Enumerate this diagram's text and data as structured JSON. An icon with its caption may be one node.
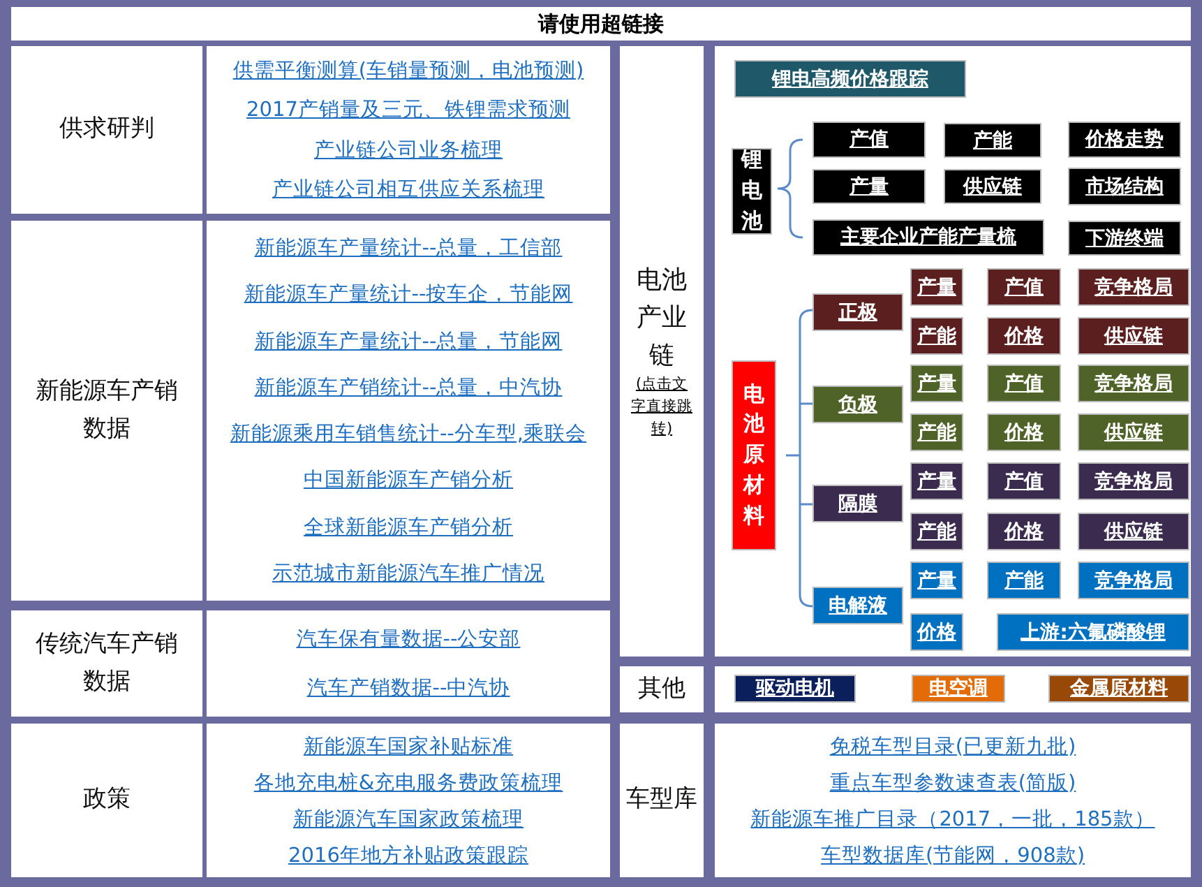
{
  "diagram": {
    "title": "请使用超链接",
    "nodes": [
      {
        "text": [
          "供求研判"
        ]
      },
      {
        "text": [
          "供需平衡测算(车销量预测，电池预测)",
          "2017产销量及三元、铁锂需求预测",
          "产业链公司业务梳理",
          "产业链公司相互供应关系梳理"
        ]
      },
      {
        "text": [
          "新能源车产销数据"
        ]
      },
      {
        "text": [
          "新能源车产量统计--总量，工信部",
          "新能源车产量统计--按车企，节能网",
          "新能源车产量统计--总量，节能网",
          "新能源车产销统计--总量，中汽协",
          "新能源乘用车销售统计--分车型,乘联会",
          "中国新能源车产销分析",
          "全球新能源车产销分析",
          "示范城市新能源汽车推广情况"
        ]
      },
      {
        "text": [
          "传统汽车产销数据"
        ]
      },
      {
        "text": [
          "汽车保有量数据--公安部",
          "汽车产销数据--中汽协"
        ]
      },
      {
        "text": [
          "政策"
        ]
      },
      {
        "text": [
          "新能源车国家补贴标准",
          "各地充电桩&充电服务费政策梳理",
          "新能源汽车国家政策梳理",
          "2016年地方补贴政策跟踪"
        ]
      },
      {
        "text": [
          "电池产业链",
          "(点击文字直接跳转)"
        ]
      },
      {
        "text": [],
        "shape": "box"
      },
      {
        "text": [
          "锂电高频价格跟踪"
        ],
        "in": 9
      },
      {
        "text": [
          "锂电池"
        ],
        "in": 9
      },
      {
        "text": [
          "产值"
        ],
        "in": 9
      },
      {
        "text": [
          "产能"
        ],
        "in": 9
      },
      {
        "text": [
          "价格走势"
        ],
        "in": 9
      },
      {
        "text": [
          "产量"
        ],
        "in": 9
      },
      {
        "text": [
          "供应链"
        ],
        "in": 9
      },
      {
        "text": [
          "市场结构"
        ],
        "in": 9
      },
      {
        "text": [
          "主要企业产能产量梳"
        ],
        "in": 9
      },
      {
        "text": [
          "下游终端"
        ],
        "in": 9
      },
      {
        "text": [
          "电池原材料"
        ],
        "in": 9
      },
      {
        "text": [
          "正极"
        ],
        "in": 9
      },
      {
        "text": [
          "产量"
        ],
        "in": 9
      },
      {
        "text": [
          "产值"
        ],
        "in": 9
      },
      {
        "text": [
          "竞争格局"
        ],
        "in": 9
      },
      {
        "text": [
          "产能"
        ],
        "in": 9
      },
      {
        "text": [
          "价格"
        ],
        "in": 9
      },
      {
        "text": [
          "供应链"
        ],
        "in": 9
      },
      {
        "text": [
          "负极"
        ],
        "in": 9
      },
      {
        "text": [
          "产量"
        ],
        "in": 9
      },
      {
        "text": [
          "产值"
        ],
        "in": 9
      },
      {
        "text": [
          "竞争格局"
        ],
        "in": 9
      },
      {
        "text": [
          "产能"
        ],
        "in": 9
      },
      {
        "text": [
          "价格"
        ],
        "in": 9
      },
      {
        "text": [
          "供应链"
        ],
        "in": 9
      },
      {
        "text": [
          "隔膜"
        ],
        "in": 9
      },
      {
        "text": [
          "产量"
        ],
        "in": 9
      },
      {
        "text": [
          "产值"
        ],
        "in": 9
      },
      {
        "text": [
          "竞争格局"
        ],
        "in": 9
      },
      {
        "text": [
          "产能"
        ],
        "in": 9
      },
      {
        "text": [
          "价格"
        ],
        "in": 9
      },
      {
        "text": [
          "供应链"
        ],
        "in": 9
      },
      {
        "text": [
          "电解液"
        ],
        "in": 9
      },
      {
        "text": [
          "产量"
        ],
        "in": 9
      },
      {
        "text": [
          "产能"
        ],
        "in": 9
      },
      {
        "text": [
          "竞争格局"
        ],
        "in": 9
      },
      {
        "text": [
          "价格"
        ],
        "in": 9
      },
      {
        "text": [
          "上游:六氟磷酸锂"
        ],
        "in": 9
      },
      {
        "text": [
          "其他"
        ]
      },
      {
        "text": [],
        "shape": "box"
      },
      {
        "text": [
          "驱动电机"
        ],
        "in": 49
      },
      {
        "text": [
          "电空调"
        ],
        "in": 49
      },
      {
        "text": [
          "金属原材料"
        ],
        "in": 49
      },
      {
        "text": [
          "车型库"
        ]
      },
      {
        "text": [
          "免税车型目录(已更新九批)",
          "重点车型参数速查表(简版)",
          "新能源车推广目录（2017，一批，185款）",
          "车型数据库(节能网，908款)"
        ]
      }
    ],
    "edges": []
  }
}
